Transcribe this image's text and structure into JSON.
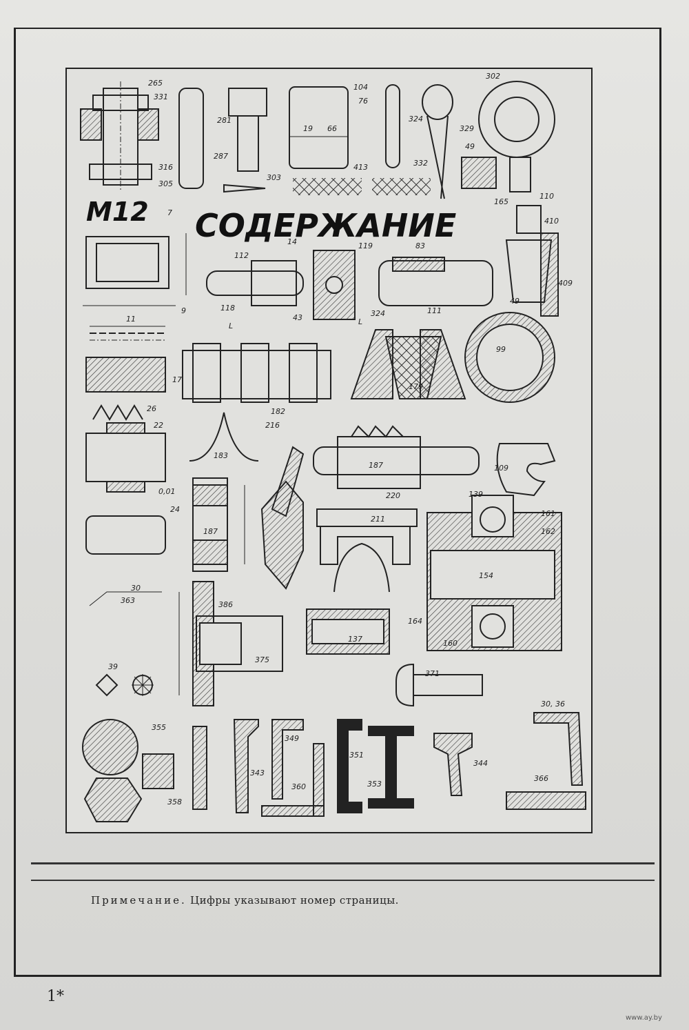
{
  "title": "СОДЕРЖАНИЕ",
  "thread_label": "M12",
  "note_lead": "Примечание.",
  "note_text": "Цифры указывают номер страницы.",
  "page_number": "1*",
  "watermark": "www.ay.by",
  "labels": {
    "l265": "265",
    "l331": "331",
    "l316": "316",
    "l305": "305",
    "l281": "281",
    "l287": "287",
    "l303": "303",
    "l104": "104",
    "l76": "76",
    "l19": "19",
    "l66": "66",
    "l413": "413",
    "l324a": "324",
    "l332": "332",
    "l329": "329",
    "l302": "302",
    "l49a": "49",
    "l165": "165",
    "l7": "7",
    "l110": "110",
    "l410": "410",
    "l9": "9",
    "l14": "14",
    "l119": "119",
    "l83": "83",
    "l112": "112",
    "l118": "118",
    "l43": "43",
    "lL1": "L",
    "lL2": "L",
    "l324b": "324",
    "l111": "111",
    "l49b": "49",
    "l409": "409",
    "l11": "11",
    "l17": "17",
    "l182": "182",
    "l179": "179",
    "l99": "99",
    "l26": "26",
    "l22": "22",
    "l183": "183",
    "l216": "216",
    "l187a": "187",
    "l220": "220",
    "l109": "109",
    "l001": "0,01",
    "l24": "24",
    "l187b": "187",
    "l211": "211",
    "l139": "139",
    "l161": "161",
    "l162": "162",
    "l154": "154",
    "l164": "164",
    "l160": "160",
    "l30": "30",
    "l363": "363",
    "l386": "386",
    "l137": "137",
    "l375": "375",
    "l39": "39",
    "l371": "371",
    "l3036": "30, 36",
    "l355": "355",
    "l349": "349",
    "l343": "343",
    "l351": "351",
    "l353": "353",
    "l360": "360",
    "l344": "344",
    "l358": "358",
    "l366": "366"
  }
}
